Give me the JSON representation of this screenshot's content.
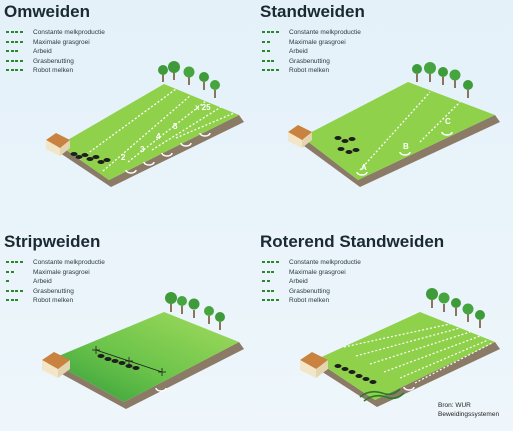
{
  "panels": [
    {
      "title": "Omweiden",
      "legend": [
        {
          "label": "Constante melkproductie",
          "dashes": 4
        },
        {
          "label": "Maximale grasgroei",
          "dashes": 4
        },
        {
          "label": "Arbeid",
          "dashes": 3
        },
        {
          "label": "Grasbenutting",
          "dashes": 4
        },
        {
          "label": "Robot melken",
          "dashes": 4
        }
      ],
      "field_labels": [
        "2",
        "3",
        "4",
        "5",
        "x 25"
      ]
    },
    {
      "title": "Standweiden",
      "legend": [
        {
          "label": "Constante melkproductie",
          "dashes": 4
        },
        {
          "label": "Maximale grasgroei",
          "dashes": 2
        },
        {
          "label": "Arbeid",
          "dashes": 2
        },
        {
          "label": "Grasbenutting",
          "dashes": 3
        },
        {
          "label": "Robot melken",
          "dashes": 4
        }
      ],
      "field_labels": [
        "A",
        "B",
        "C"
      ]
    },
    {
      "title": "Stripweiden",
      "legend": [
        {
          "label": "Constante melkproductie",
          "dashes": 4
        },
        {
          "label": "Maximale grasgroei",
          "dashes": 2
        },
        {
          "label": "Arbeid",
          "dashes": 1
        },
        {
          "label": "Grasbenutting",
          "dashes": 4
        },
        {
          "label": "Robot melken",
          "dashes": 3
        }
      ],
      "field_labels": []
    },
    {
      "title": "Roterend Standweiden",
      "legend": [
        {
          "label": "Constante melkproductie",
          "dashes": 4
        },
        {
          "label": "Maximale grasgroei",
          "dashes": 3
        },
        {
          "label": "Arbeid",
          "dashes": 2
        },
        {
          "label": "Grasbenutting",
          "dashes": 3
        },
        {
          "label": "Robot melken",
          "dashes": 4
        }
      ],
      "field_labels": []
    }
  ],
  "source": {
    "line1": "Bron: WUR",
    "line2": "Beweidingssystemen"
  },
  "colors": {
    "grass": "#8fd14a",
    "grass_light": "#a4dc5e",
    "soil": "#8b7a66",
    "path": "#9a8a78",
    "line": "#ffffff",
    "tree": "#3f9b3a",
    "cow": "#1e1e1e",
    "legend_dash": "#2a8a2a"
  }
}
